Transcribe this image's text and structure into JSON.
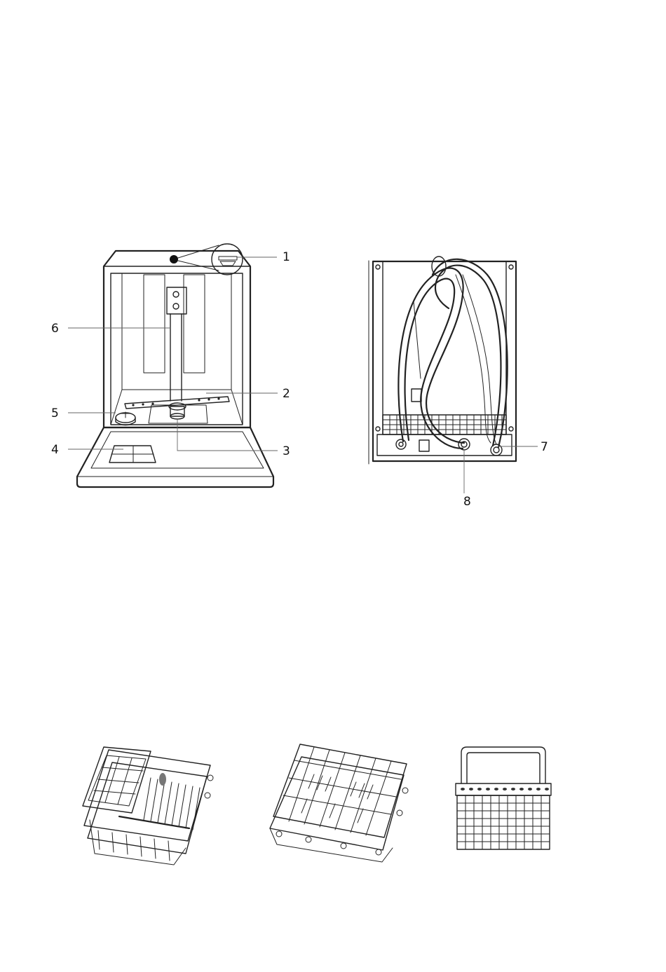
{
  "figures": {
    "front_view": {
      "callouts": [
        {
          "id": "1",
          "text": "1"
        },
        {
          "id": "2",
          "text": "2"
        },
        {
          "id": "3",
          "text": "3"
        },
        {
          "id": "4",
          "text": "4"
        },
        {
          "id": "5",
          "text": "5"
        },
        {
          "id": "6",
          "text": "6"
        }
      ]
    },
    "rear_view": {
      "callouts": [
        {
          "id": "7",
          "text": "7"
        },
        {
          "id": "8",
          "text": "8"
        }
      ]
    },
    "accessories": [
      "upper-basket",
      "lower-basket",
      "cutlery-basket"
    ]
  }
}
